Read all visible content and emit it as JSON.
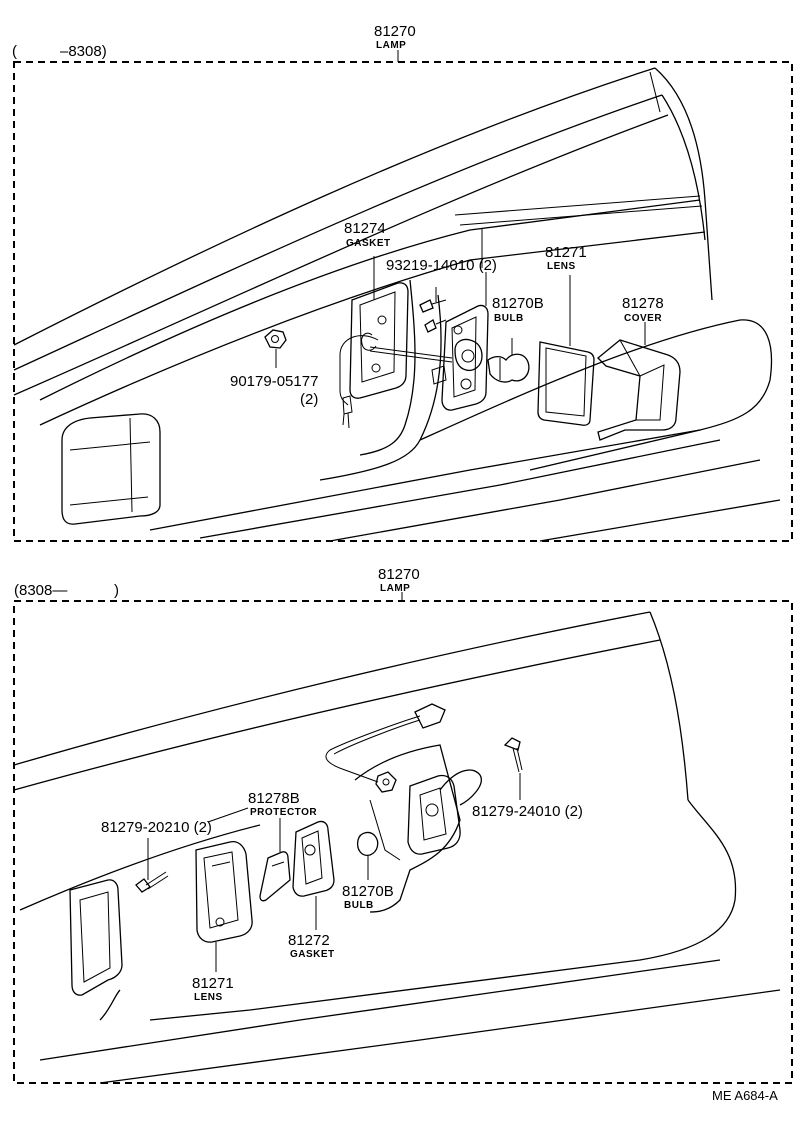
{
  "top_view": {
    "range_open": "(",
    "range_end": "–8308)",
    "assembly": {
      "part_no": "81270",
      "name": "LAMP"
    },
    "parts": {
      "gasket": {
        "part_no": "81274",
        "name": "GASKET"
      },
      "screw": {
        "part_no": "93219-14010 (2)"
      },
      "bulb": {
        "part_no": "81270B",
        "name": "BULB"
      },
      "lens": {
        "part_no": "81271",
        "name": "LENS"
      },
      "cover": {
        "part_no": "81278",
        "name": "COVER"
      },
      "nut": {
        "part_no": "90179-05177",
        "qty": "(2)"
      }
    }
  },
  "bottom_view": {
    "range_start": "(8308—",
    "range_close": ")",
    "assembly": {
      "part_no": "81270",
      "name": "LAMP"
    },
    "parts": {
      "protector": {
        "part_no": "81278B",
        "name": "PROTECTOR"
      },
      "screw_left": {
        "part_no": "81279-20210 (2)"
      },
      "screw_right": {
        "part_no": "81279-24010 (2)"
      },
      "bulb": {
        "part_no": "81270B",
        "name": "BULB"
      },
      "gasket": {
        "part_no": "81272",
        "name": "GASKET"
      },
      "lens": {
        "part_no": "81271",
        "name": "LENS"
      }
    }
  },
  "footer": {
    "code": "ME  A684-A"
  }
}
